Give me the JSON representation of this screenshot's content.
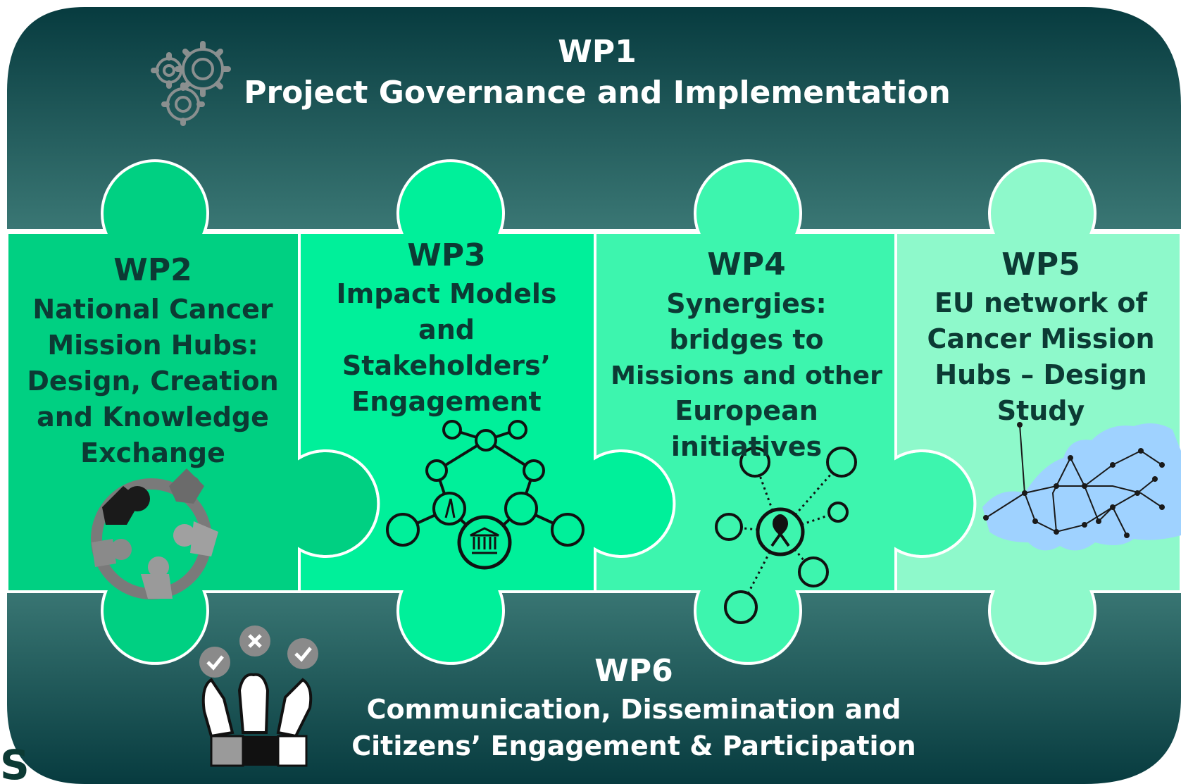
{
  "top_band": {
    "code": "WP1",
    "title": "Project Governance and Implementation",
    "icon": "gears-icon"
  },
  "bottom_band": {
    "code": "WP6",
    "title_lines": [
      "Communication, Dissemination and",
      "Citizens’ Engagement & Participation"
    ],
    "icon": "raised-hands-vote-icon"
  },
  "pieces": [
    {
      "code": "WP2",
      "lines": [
        "National Cancer",
        "Mission Hubs:",
        "Design, Creation",
        "and Knowledge",
        "Exchange"
      ],
      "icon": "collaboration-circle-icon",
      "color": "#00d082"
    },
    {
      "code": "WP3",
      "lines": [
        "Impact Models",
        "and",
        "Stakeholders’",
        "Engagement"
      ],
      "icon": "stakeholder-network-icon",
      "color": "#00f09a"
    },
    {
      "code": "WP4",
      "lines": [
        "Synergies:",
        "bridges to",
        "Missions and other",
        "European",
        "initiatives"
      ],
      "icon": "mission-synergy-network-icon",
      "color": "#3df5ae"
    },
    {
      "code": "WP5",
      "lines": [
        "EU network of",
        "Cancer Mission",
        "Hubs – Design",
        "Study"
      ],
      "icon": "europe-network-map-icon",
      "color": "#8ef9cb"
    }
  ],
  "corner_text": "S",
  "colors": {
    "band_top": "#073b3f",
    "band_bottom": "#2f6d6b",
    "text_dark": "#0c3a34",
    "text_light": "#ffffff"
  }
}
